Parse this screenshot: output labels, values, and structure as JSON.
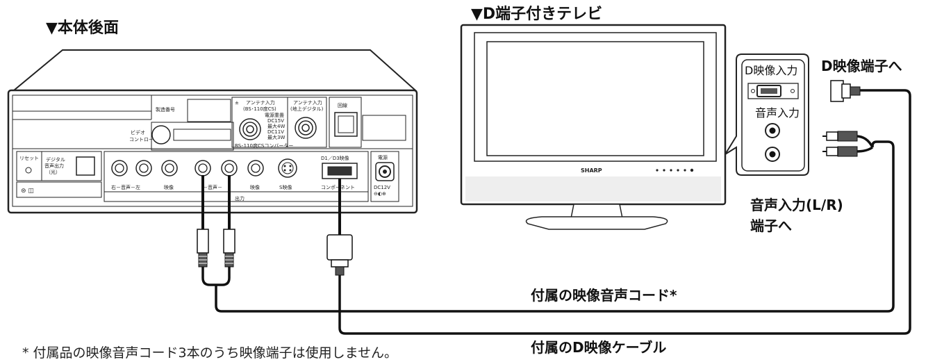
{
  "headings": {
    "rear": "▼本体後面",
    "tv": "▼D端子付きテレビ"
  },
  "labels": {
    "d_video_to": "D映像端子へ",
    "audio_in_to_line1": "音声入力(L/R)",
    "audio_in_to_line2": "端子へ",
    "av_cord": "付属の映像音声コード*",
    "d_cable": "付属のD映像ケーブル",
    "footnote": "* 付属品の映像音声コード3本のうち映像端子は使用しません。"
  },
  "tv_panel": {
    "d_video_input": "D映像入力",
    "audio_input": "音声入力",
    "brand": "SHARP"
  },
  "device_panel": {
    "serial_number": "製造番号",
    "antenna_bs_l1": "アンテナ入力",
    "antenna_bs_l2": "(BS･110度CS)",
    "power_sup_l1": "電源重畳",
    "power_sup_l2": "DC15V",
    "power_sup_l3": "最大4W",
    "power_sup_l4": "DC11V",
    "power_sup_l5": "最大3W",
    "bs_converter": "BS･110度CSコンバーター",
    "antenna_terr_l1": "アンテナ入力",
    "antenna_terr_l2": "(地上デジタル)",
    "line": "回線",
    "video_control_l1": "ビデオ",
    "video_control_l2": "コントロール",
    "reset": "リセット",
    "digital_out_l1": "デジタル",
    "digital_out_l2": "音声出力",
    "digital_out_l3": "（光）",
    "in_audio": "右－音声－左",
    "in_video": "映像",
    "out_audio": "－音声－",
    "out_video": "映像",
    "s_video": "S映像",
    "d_video_label": "D1／D3映像",
    "component": "コンポーネント",
    "output": "出力",
    "power": "電源",
    "dc": "DC12V",
    "polarity": "⊖◐⊕"
  }
}
